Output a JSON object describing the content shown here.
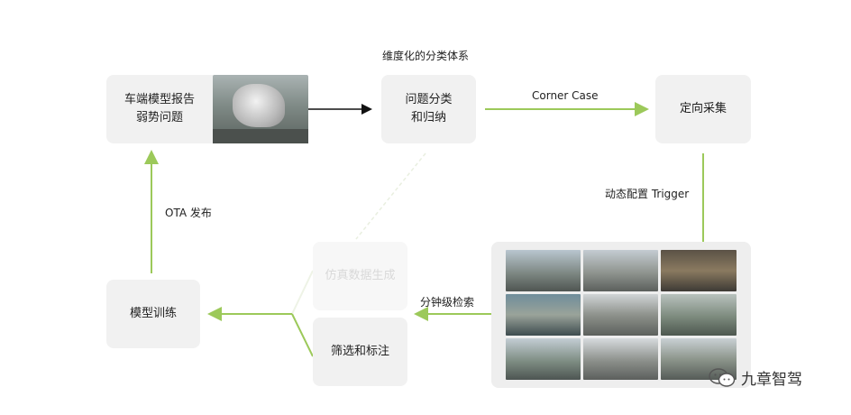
{
  "nodes": {
    "report": {
      "line1": "车端模型报告",
      "line2": "弱势问题"
    },
    "classify": {
      "line1": "问题分类",
      "line2": "和归纳"
    },
    "collect": "定向采集",
    "simulate": "仿真数据生成",
    "filter": "筛选和标注",
    "train": "模型训练"
  },
  "labels": {
    "taxonomy": "维度化的分类体系",
    "corner_case": "Corner Case",
    "trigger": "动态配置 Trigger",
    "retrieval": "分钟级检索",
    "ota": "OTA 发布"
  },
  "watermark": {
    "text": "九章智驾",
    "icon": "wechat-icon"
  },
  "colors": {
    "accent_green": "#9cc95a",
    "arrow_black": "#111111",
    "box_bg": "#f1f1f1"
  }
}
